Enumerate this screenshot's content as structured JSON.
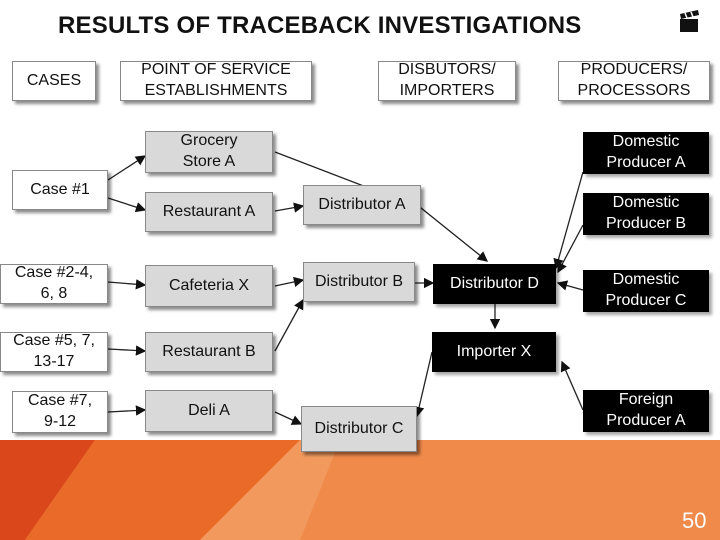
{
  "title": "RESULTS OF TRACEBACK INVESTIGATIONS",
  "slide_number": "50",
  "icon": "clapperboard-icon",
  "colors": {
    "orange_light": "#f08a4b",
    "orange_mid": "#ea6a2a",
    "orange_dark": "#d9471b",
    "red": "#c8351b"
  },
  "headers": {
    "cases": "CASES",
    "point_of_service": "POINT OF SERVICE\nESTABLISHMENTS",
    "distributors": "DISBUTORS/\nIMPORTERS",
    "producers": "PRODUCERS/\nPROCESSORS"
  },
  "cases": {
    "c1": "Case #1",
    "c2": "Case #2-4,\n6, 8",
    "c3": "Case #5, 7,\n13-17",
    "c4": "Case #7,\n9-12"
  },
  "establishments": {
    "grocery_a": "Grocery\nStore A",
    "restaurant_a": "Restaurant A",
    "cafeteria_x": "Cafeteria X",
    "restaurant_b": "Restaurant B",
    "deli_a": "Deli A"
  },
  "distributors": {
    "dist_a": "Distributor A",
    "dist_b": "Distributor B",
    "dist_c": "Distributor C",
    "dist_d": "Distributor D",
    "importer_x": "Importer X"
  },
  "producers": {
    "dom_a": "Domestic\nProducer A",
    "dom_b": "Domestic\nProducer B",
    "dom_c": "Domestic\nProducer C",
    "foreign_a": "Foreign\nProducer A"
  }
}
